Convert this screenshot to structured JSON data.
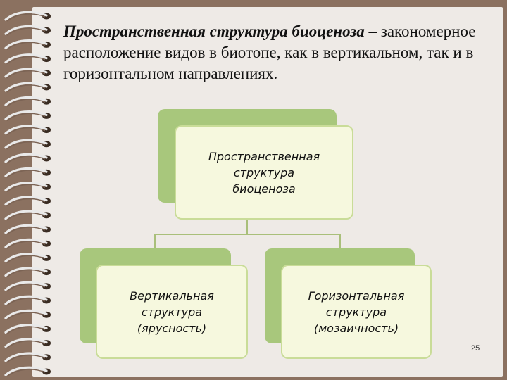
{
  "slide": {
    "title_term": "Пространственная структура биоценоза",
    "title_rest": " – закономерное расположение видов в биотопе, как в вертикальном, так и в горизонтальном направлениях.",
    "page_number": "25"
  },
  "diagram": {
    "root": {
      "label": "Пространственная\nструктура\nбиоценоза"
    },
    "children": [
      {
        "label": "Вертикальная\nструктура\n(ярусность)"
      },
      {
        "label": "Горизонтальная\nструктура\n(мозаичность)"
      }
    ]
  },
  "colors": {
    "background": "#8b7160",
    "page": "#eeeae6",
    "box_back": "#a8c77c",
    "box_front": "#f6f8de",
    "connector": "#a9bf7a"
  }
}
